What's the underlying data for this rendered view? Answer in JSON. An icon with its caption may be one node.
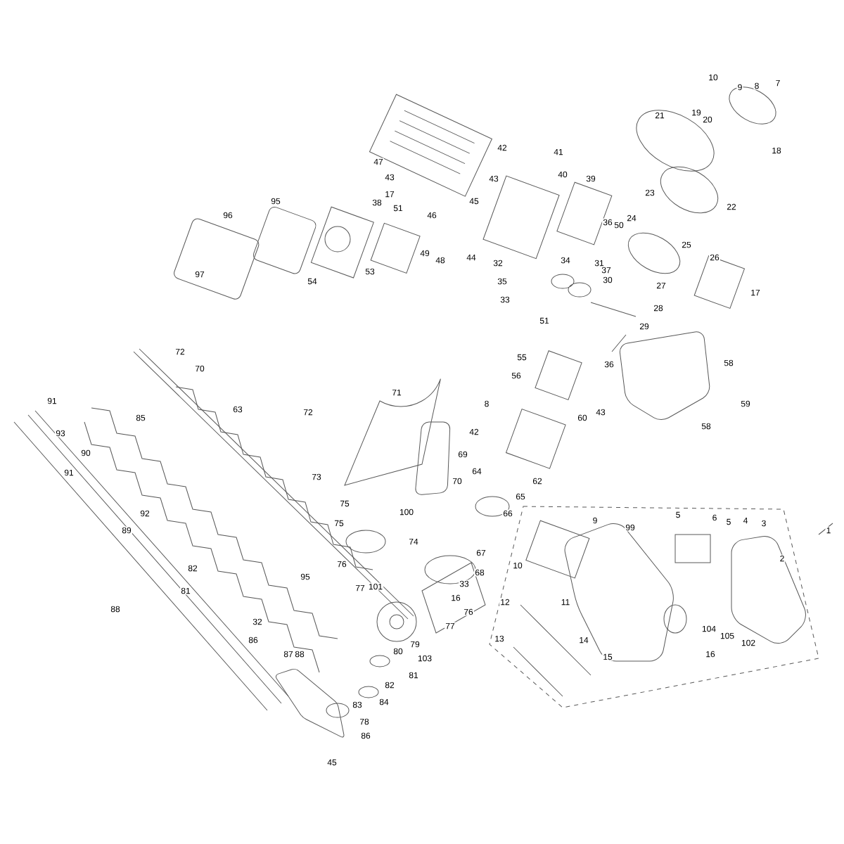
{
  "diagram": {
    "labels": [
      "10",
      "7",
      "8",
      "9",
      "19",
      "21",
      "20",
      "42",
      "18",
      "41",
      "47",
      "40",
      "43",
      "43",
      "39",
      "23",
      "17",
      "45",
      "95",
      "38",
      "22",
      "51",
      "96",
      "46",
      "24",
      "36",
      "50",
      "25",
      "49",
      "26",
      "44",
      "48",
      "34",
      "31",
      "32",
      "37",
      "53",
      "97",
      "30",
      "35",
      "54",
      "27",
      "17",
      "33",
      "28",
      "51",
      "29",
      "72",
      "55",
      "58",
      "36",
      "70",
      "56",
      "71",
      "91",
      "59",
      "8",
      "63",
      "72",
      "43",
      "60",
      "85",
      "58",
      "42",
      "93",
      "90",
      "69",
      "64",
      "91",
      "73",
      "62",
      "70",
      "65",
      "75",
      "100",
      "92",
      "66",
      "5",
      "6",
      "9",
      "4",
      "5",
      "3",
      "75",
      "99",
      "89",
      "1",
      "74",
      "67",
      "2",
      "76",
      "10",
      "82",
      "68",
      "95",
      "33",
      "101",
      "77",
      "81",
      "16",
      "12",
      "11",
      "88",
      "76",
      "32",
      "77",
      "104",
      "105",
      "13",
      "86",
      "14",
      "102",
      "79",
      "80",
      "16",
      "87",
      "88",
      "15",
      "103",
      "81",
      "82",
      "84",
      "83",
      "78",
      "86",
      "45"
    ]
  }
}
